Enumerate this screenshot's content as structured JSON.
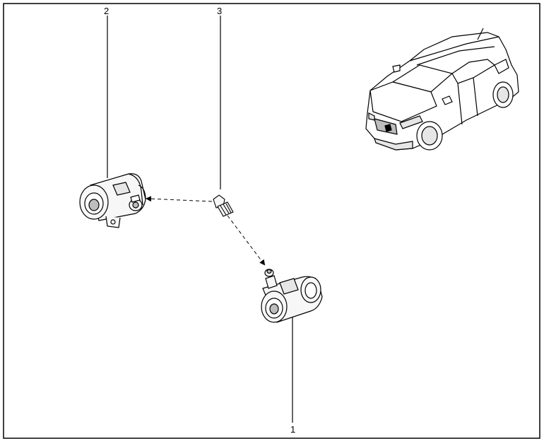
{
  "callouts": {
    "part1": "1",
    "part2": "2",
    "part3": "3"
  },
  "colors": {
    "line": "#000000",
    "part_fill": "#f7f7f7",
    "shade": "#bdbdbd",
    "background": "#ffffff"
  },
  "icons": [
    "car-icon",
    "wheel-cylinder-icon",
    "bleeder-valve-icon"
  ]
}
